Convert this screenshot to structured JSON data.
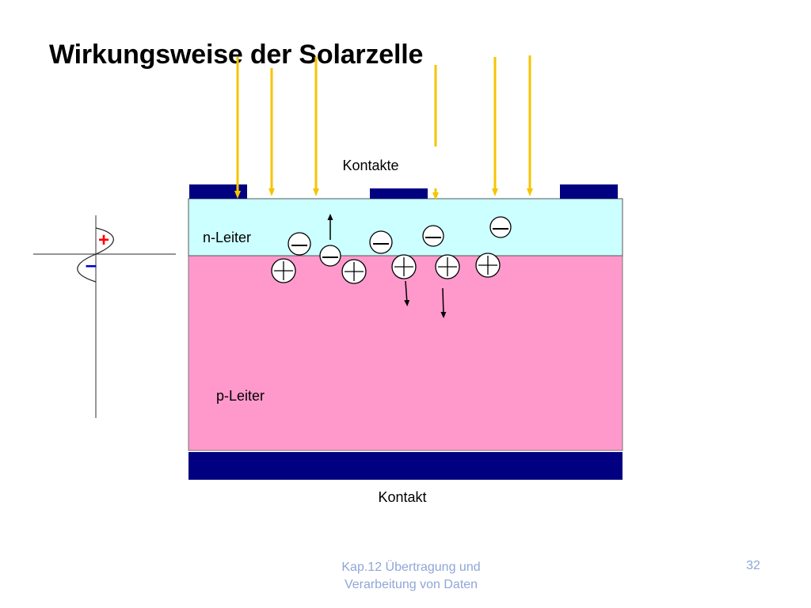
{
  "slide": {
    "title": "Wirkungsweise der Solarzelle",
    "page_number": "32",
    "footer_line1": "Kap.12 Übertragung und",
    "footer_line2": "Verarbeitung von Daten"
  },
  "diagram": {
    "top_contacts_label": "Kontakte",
    "n_layer_label": "n-Leiter",
    "p_layer_label": "p-Leiter",
    "bottom_contact_label": "Kontakt",
    "plus_sign": "+",
    "minus_sign": "–"
  },
  "colors": {
    "n_layer": "#ccffff",
    "p_layer": "#ff99cc",
    "contact": "#000080",
    "light_ray": "#f5c400",
    "plus_sign": "#ff0000",
    "minus_sign": "#0000cc",
    "footer_text": "#8fa6d8"
  }
}
